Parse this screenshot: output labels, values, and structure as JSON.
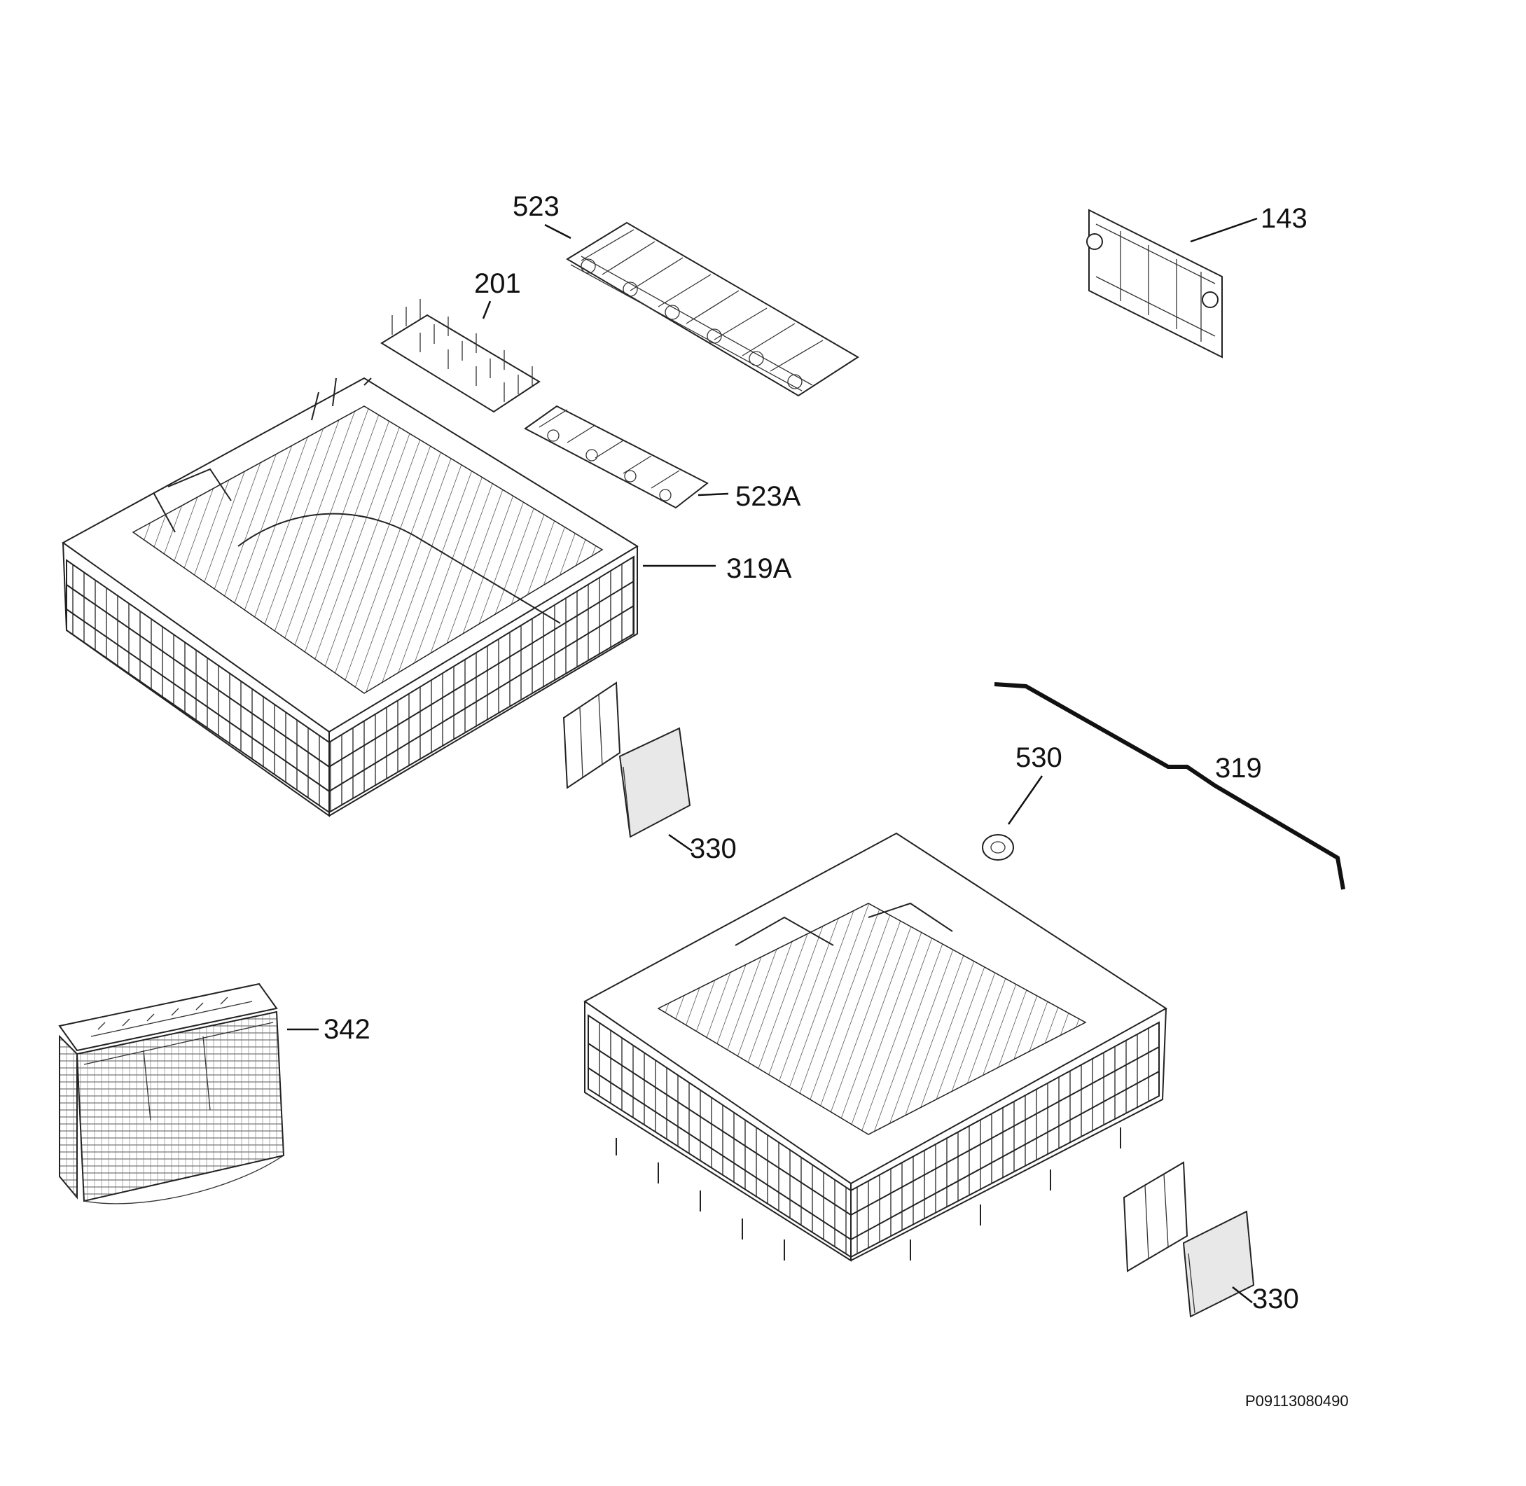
{
  "labels": {
    "p523": "523",
    "p201": "201",
    "p143": "143",
    "p523A": "523A",
    "p319A": "319A",
    "p530": "530",
    "p319": "319",
    "p330_upper": "330",
    "p330_lower": "330",
    "p342": "342"
  },
  "drawing_number": "P09113080490"
}
